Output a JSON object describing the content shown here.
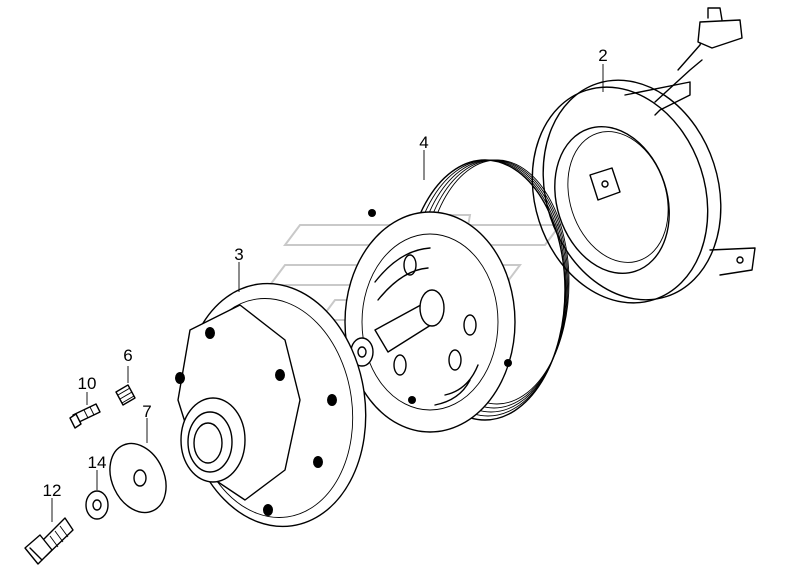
{
  "callouts": {
    "c2": "2",
    "c3": "3",
    "c4": "4",
    "c6": "6",
    "c7": "7",
    "c10": "10",
    "c12": "12",
    "c14": "14"
  }
}
